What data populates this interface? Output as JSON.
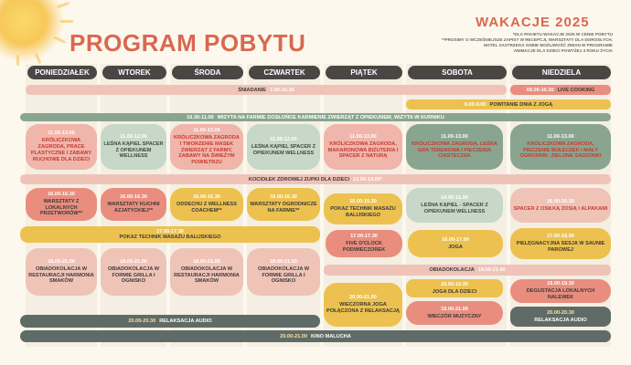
{
  "header": {
    "title": "PROGRAM POBYTU",
    "season": "WAKACJE 2025",
    "notes": [
      "*DLA PAKIETU WAKACJE 2025 W CENIE POBYTU",
      "**PROSIMY O WCZEŚNIEJSZE ZAPISY W RECEPCJI, WARSZTATY DLA DOROSŁYCH.",
      "HOTEL ZASTRZEGA SOBIE MOŻLIWOŚĆ ZMIAN W PROGRAMIE",
      "ANIMACJE DLA DZIECI POWYŻEJ 4 ROKU ŻYCIA"
    ]
  },
  "days": [
    "PONIEDZIAŁEK",
    "WTOREK",
    "ŚRODA",
    "CZWARTEK",
    "PIĄTEK",
    "SOBOTA",
    "NIEDZIELA"
  ],
  "bars": {
    "breakfast": {
      "label": "ŚNIADANIE",
      "time": "7.00-10.30"
    },
    "live_cooking": {
      "time": "09.00-10.30",
      "label": "LIVE COOKING"
    },
    "yoga_morning": {
      "time": "8.00-9.00",
      "label": "POWITANIE DNIA Z JOGĄ"
    },
    "farm_visit": {
      "time": "10.30-11.00",
      "label": "WIZYTA NA FARMIE DOSŁOŃCE KARMIENIE ZWIERZĄT Z OPIEKUNEM, WIZYTA W KURNIKU"
    },
    "soup": {
      "label": "KOCIOŁEK ZDROWEJ ZUPKI DLA DZIECI",
      "time": "13.00-14.00*"
    },
    "massage_show": {
      "time": "17.00-17.30",
      "label": "POKAZ TECHNIK MASAŻU BALIJSKIEGO"
    },
    "dinner_fri": {
      "label": "OBIADOKOLACJA",
      "time": "18.00-21.00"
    },
    "relax": {
      "time": "20.00-20.30",
      "label": "RELAKSACJA AUDIO"
    },
    "cinema": {
      "time": "20.00-21.00",
      "label": "KINO MALUCHA"
    }
  },
  "cards": {
    "mon_1": {
      "time": "11.00-13.00",
      "text": "KRÓLICZKOWA ZAGRODA, PRACE PLASTYCZNE I ZABAWY RUCHOWE DLA DZIECI"
    },
    "tue_1": {
      "time": "11.00-12.00",
      "text": "LEŚNA KĄPIEL SPACER Z OPIEKUNEM WELLNESS"
    },
    "wed_1": {
      "time": "11.00-13.00",
      "text": "KRÓLICZKOWA ZAGRODA I TWORZENIE MASEK ZWIERZĄT Z FARMY, ZABAWY NA ŚWIEŻYM POWIETRZU"
    },
    "thu_1": {
      "time": "11.00-12.00",
      "text": "LEŚNA KĄPIEL SPACER Z OPIEKUNEM WELLNESS"
    },
    "fri_1": {
      "time": "11.00-13.00",
      "text": "KRÓLICZKOWA ZAGRODA, MAKARONOWA BIŻUTERIA I SPACER Z NATURĄ"
    },
    "sat_1": {
      "time": "11.00-13.00",
      "text": "KRÓLICZKOWA ZAGRODA, LEŚNA GRA TERENOWA I PIECZENIA CIASTECZEK"
    },
    "sun_1": {
      "time": "11.00-13.00",
      "text": "KRÓLICZKOWA ZAGRODA, PIECZENIE BUŁECZEK I MAŁY OGRODNIK: ZIELONE SADZONKI"
    },
    "mon_2": {
      "time": "16.00-16.30",
      "text": "WARSZTATY Z LOKALNYCH PRZETWORÓW**"
    },
    "tue_2": {
      "time": "16.00-16.30",
      "text": "WARSZTATY KUCHNI AZJATYCKIEJ**"
    },
    "wed_2": {
      "time": "16.00-16.30",
      "text": "ODDECHU Z WELLNESS COACHEM**"
    },
    "thu_2": {
      "time": "16.00-16.30",
      "text": "WARSZTATY OGRODNICZE NA FARMIE**"
    },
    "fri_2": {
      "time": "15.00-15.30",
      "text": "POKAZ TECHNIK MASAŻU BALIJSKIEGO"
    },
    "sat_2": {
      "time": "14.00-15.00",
      "text": "LEŚNA KĄPIEL - SPACER Z OPIEKUNEM WELLNESS"
    },
    "sun_2": {
      "time": "16.00-16.30",
      "text": "SPACER Z OSIŁKĄ ZOSIĄ I ALPAKAMI"
    },
    "fri_3": {
      "time": "17.00-17.30",
      "text": "FIVE O'CLOCK PODWIECZOREK"
    },
    "sat_3": {
      "time": "16.00-17.00",
      "text": "JOGA"
    },
    "sun_3": {
      "time": "17.00-18.00",
      "text": "PIELĘGNACYJNA SESJA W SAUNIE PAROWEJ"
    },
    "mon_4": {
      "time": "18.00-21.00",
      "text": "OBIADOKOLACJA W RESTAURACJI HARMONIA SMAKÓW"
    },
    "tue_4": {
      "time": "18.00-21.00",
      "text": "OBIADOKOLACJA W FORMIE GRILLA I OGNISKO"
    },
    "wed_4": {
      "time": "18.00-21.00",
      "text": "OBIADOKOLACJA W RESTAURACJI HARMONIA SMAKÓW"
    },
    "thu_4": {
      "time": "18.00-21.00",
      "text": "OBIADOKOLACJA W FORMIE GRILLA I OGNISKO"
    },
    "fri_5": {
      "time": "20.00-21.00",
      "text": "WIECZORNA JOGA POŁĄCZONA Z RELAKSACJĄ"
    },
    "sat_5": {
      "time": "19.00-19.30",
      "text": "JOGA DLA DZIECI"
    },
    "sat_6": {
      "time": "19.00-21.00",
      "text": "WIECZÓR MUZYCZNY"
    },
    "sun_5": {
      "time": "19.00-19.30",
      "text": "DEGUSTACJA LOKALNYCH NALEWEK"
    },
    "sun_6": {
      "time": "20.00-20.30",
      "text": "RELAKSACJA AUDIO"
    }
  },
  "colors": {
    "title": "#d9684f",
    "day_header": "#4a4644",
    "pink": "#f0b5ab",
    "sage": "#c7d7c8",
    "yellow": "#ecc14f",
    "salmon": "#e98d7e",
    "green": "#8aa58f",
    "dark": "#5f6b66"
  }
}
